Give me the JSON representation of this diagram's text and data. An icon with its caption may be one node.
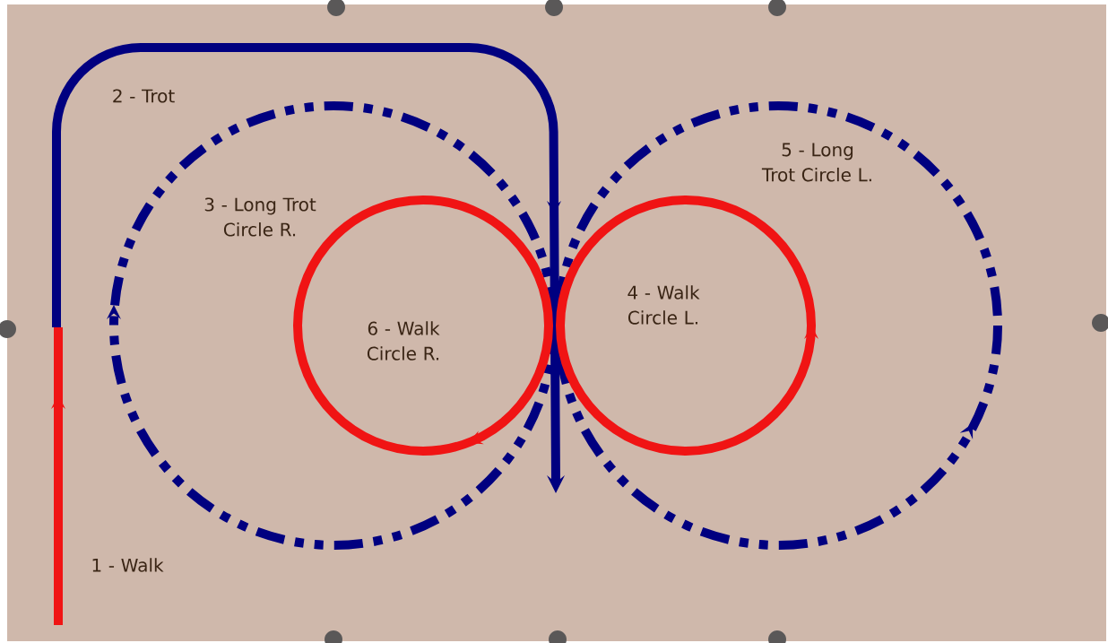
{
  "diagram": {
    "labels": [
      "2 - Trot",
      "5 - Long Trot Circle L.",
      "3 - Long Trot Circle R.",
      "4 - Walk Circle L.",
      "6 - Walk Circle R.",
      "1 - Walk"
    ]
  }
}
